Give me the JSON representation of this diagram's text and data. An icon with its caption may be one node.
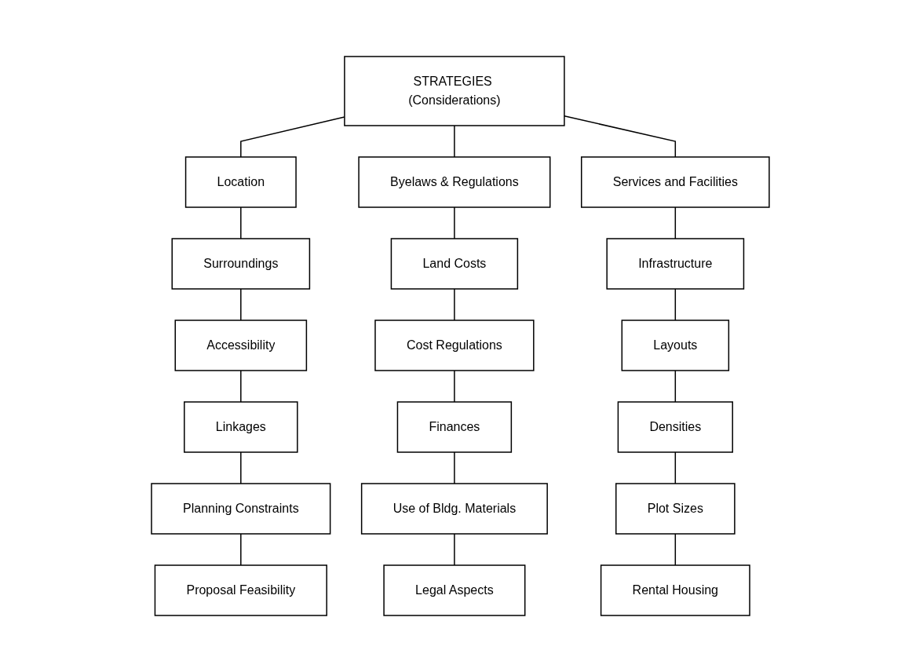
{
  "diagram": {
    "nodes": [
      {
        "text": [
          "STRATEGIES (Considerations)"
        ]
      },
      {
        "text": [
          "Location"
        ]
      },
      {
        "text": [
          "Byelaws & Regulations"
        ]
      },
      {
        "text": [
          "Services and Facilities"
        ]
      },
      {
        "text": [
          "Surroundings"
        ]
      },
      {
        "text": [
          "Land Costs"
        ]
      },
      {
        "text": [
          "Infrastructure"
        ]
      },
      {
        "text": [
          "Accessibility"
        ]
      },
      {
        "text": [
          "Cost Regulations"
        ]
      },
      {
        "text": [
          "Layouts"
        ]
      },
      {
        "text": [
          "Linkages"
        ]
      },
      {
        "text": [
          "Finances"
        ]
      },
      {
        "text": [
          "Densities"
        ]
      },
      {
        "text": [
          "Planning Constraints"
        ]
      },
      {
        "text": [
          "Use of Bldg. Materials"
        ]
      },
      {
        "text": [
          "Plot Sizes"
        ]
      },
      {
        "text": [
          "Proposal Feasibility"
        ]
      },
      {
        "text": [
          "Legal Aspects"
        ]
      },
      {
        "text": [
          "Rental Housing"
        ]
      }
    ],
    "edges": [
      {
        "from": 0,
        "to": 1,
        "arrow": "none"
      },
      {
        "from": 0,
        "to": 2,
        "arrow": "none"
      },
      {
        "from": 0,
        "to": 3,
        "arrow": "none"
      },
      {
        "from": 1,
        "to": 4,
        "arrow": "none"
      },
      {
        "from": 4,
        "to": 7,
        "arrow": "none"
      },
      {
        "from": 7,
        "to": 10,
        "arrow": "none"
      },
      {
        "from": 10,
        "to": 13,
        "arrow": "none"
      },
      {
        "from": 13,
        "to": 16,
        "arrow": "none"
      },
      {
        "from": 2,
        "to": 5,
        "arrow": "none"
      },
      {
        "from": 5,
        "to": 8,
        "arrow": "none"
      },
      {
        "from": 8,
        "to": 11,
        "arrow": "none"
      },
      {
        "from": 11,
        "to": 14,
        "arrow": "none"
      },
      {
        "from": 14,
        "to": 17,
        "arrow": "none"
      },
      {
        "from": 3,
        "to": 6,
        "arrow": "none"
      },
      {
        "from": 6,
        "to": 9,
        "arrow": "none"
      },
      {
        "from": 9,
        "to": 12,
        "arrow": "none"
      },
      {
        "from": 12,
        "to": 15,
        "arrow": "none"
      },
      {
        "from": 15,
        "to": 18,
        "arrow": "none"
      }
    ]
  }
}
